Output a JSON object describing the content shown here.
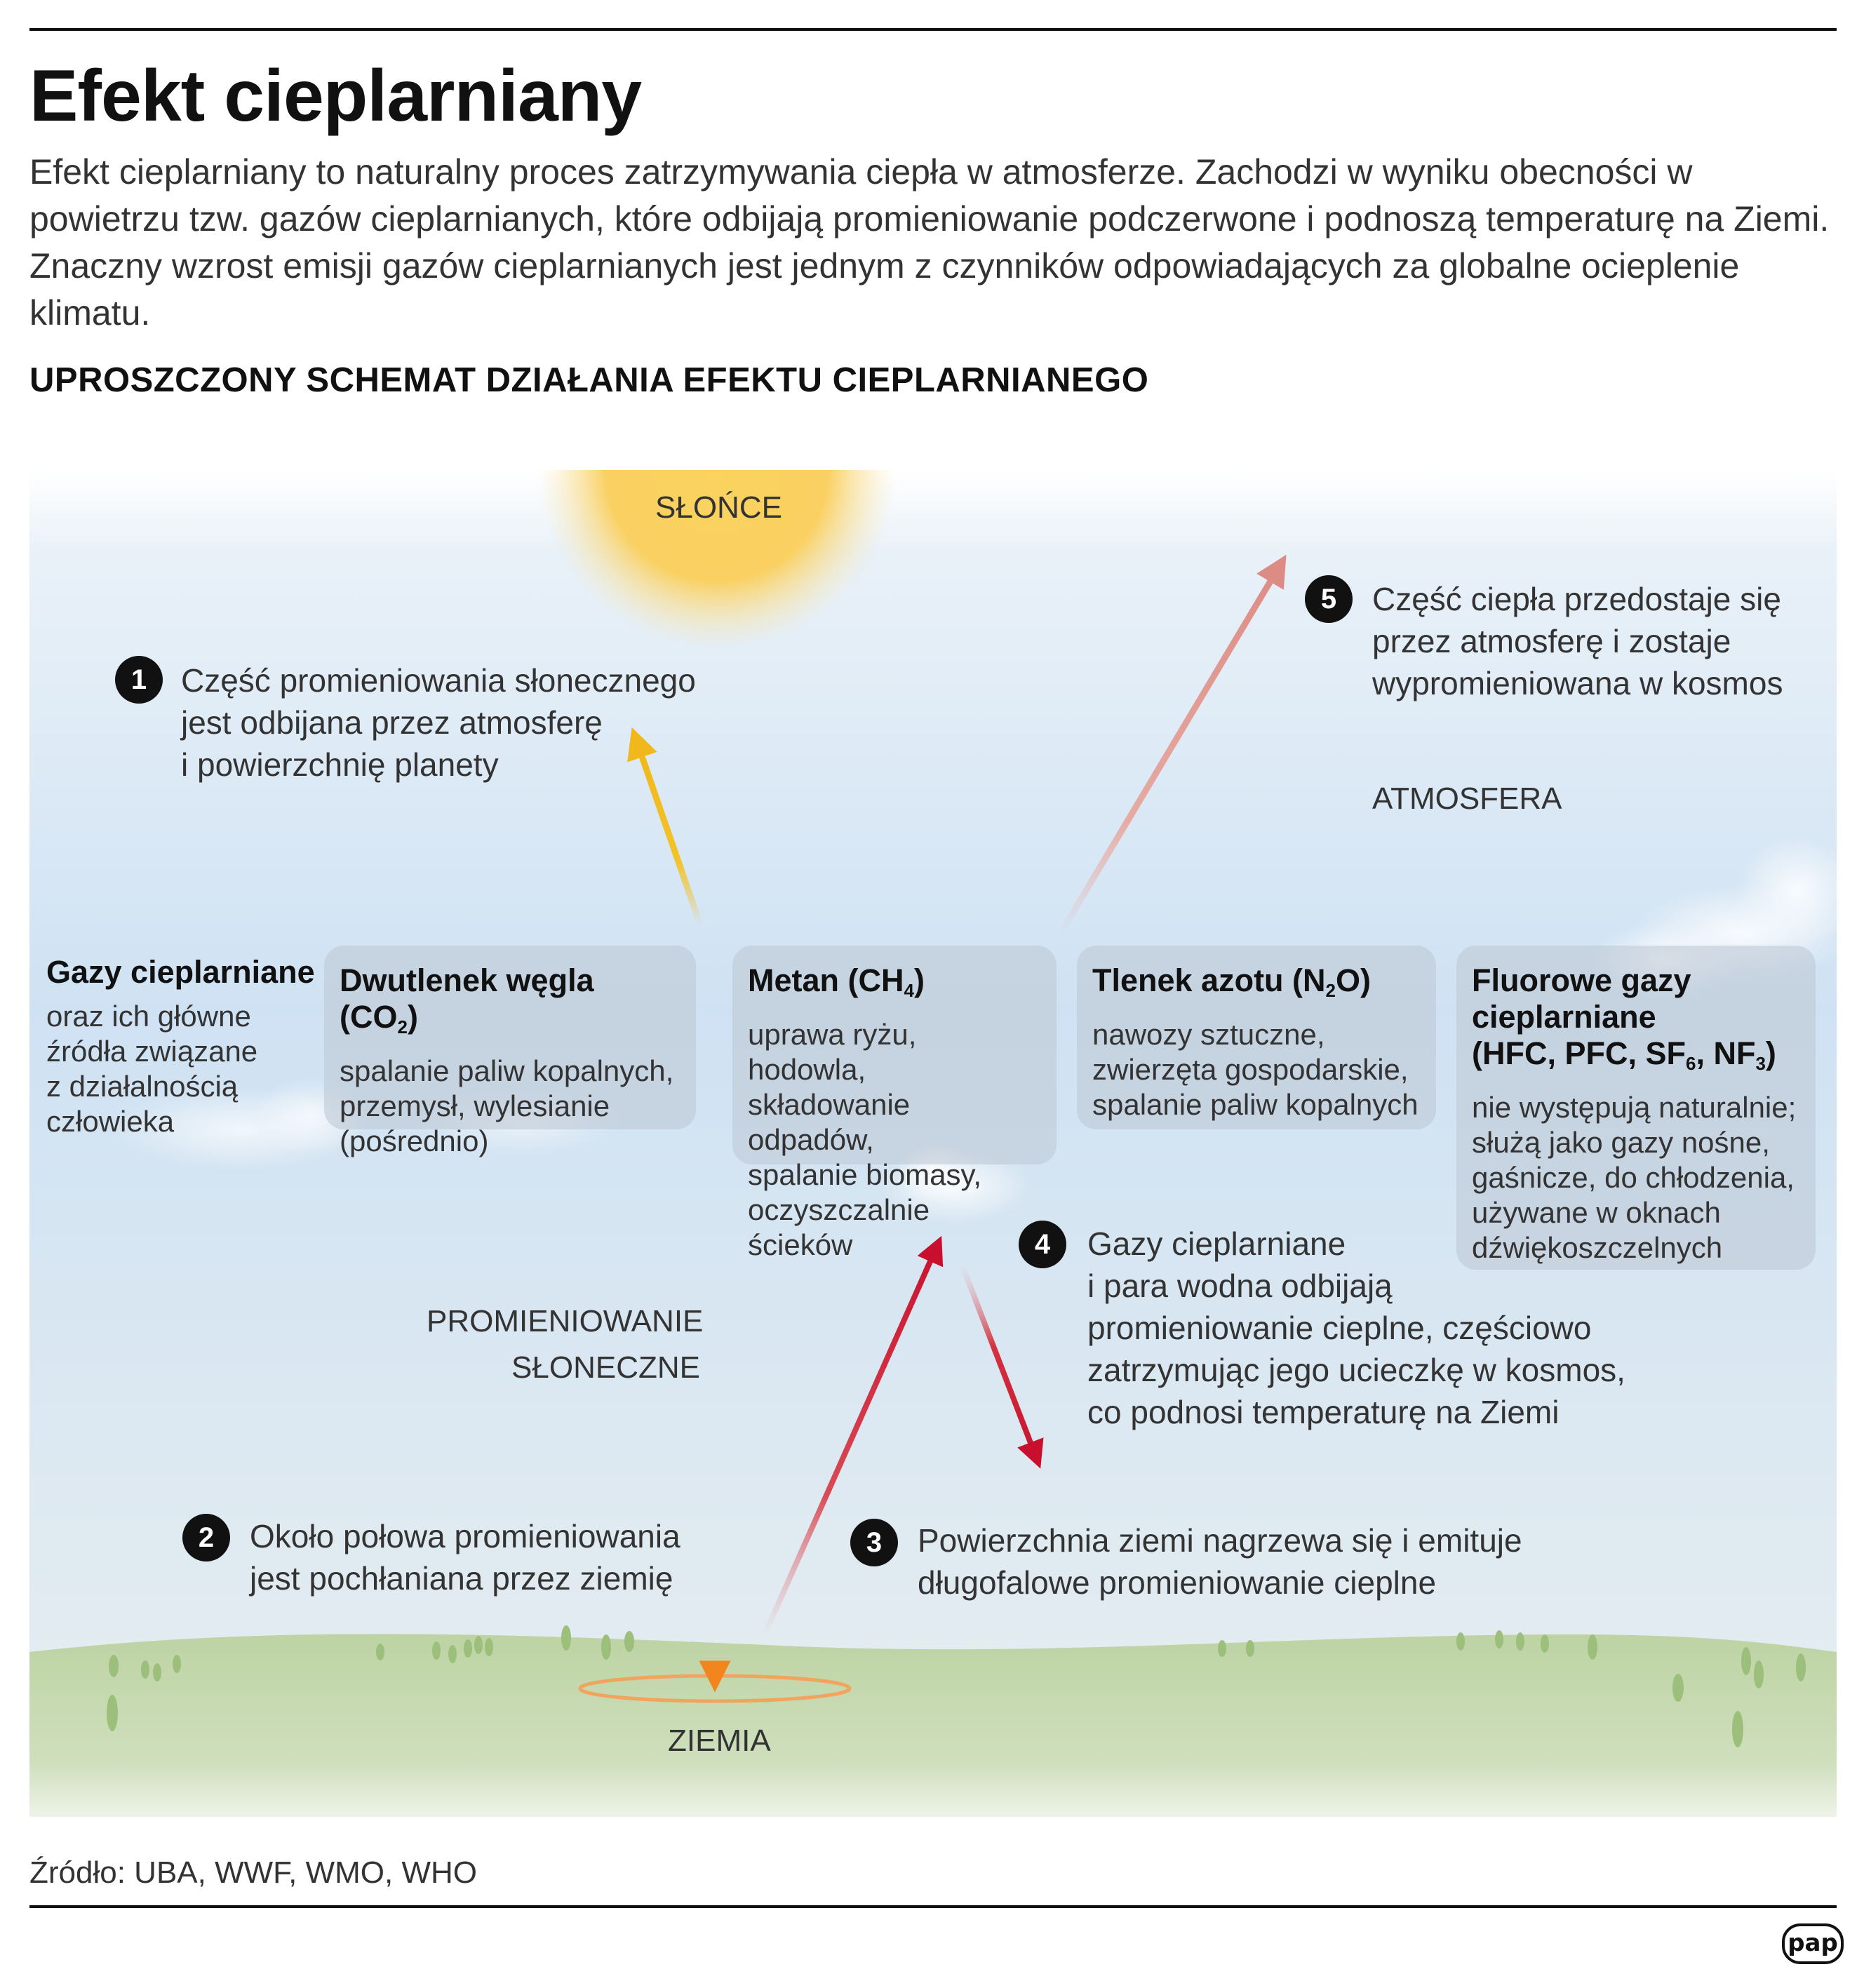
{
  "header": {
    "title": "Efekt cieplarniany",
    "intro": "Efekt cieplarniany to naturalny proces zatrzymywania ciepła w atmosferze. Zachodzi w wyniku obecności w powietrzu tzw. gazów cieplarnianych, które odbijają promieniowanie podczerwone i podnoszą temperaturę na Ziemi. Znaczny wzrost emisji gazów cieplarnianych jest jednym z czynników odpowiadających za globalne ocieplenie klimatu.",
    "subtitle": "UPROSZCZONY SCHEMAT DZIAŁANIA EFEKTU CIEPLARNIANEGO"
  },
  "diagram": {
    "sun_label": "SŁOŃCE",
    "atmosphere_label": "ATMOSFERA",
    "radiation_label_1": "PROMIENIOWANIE",
    "radiation_label_2": "SŁONECZNE",
    "earth_label": "ZIEMIA",
    "steps": [
      {
        "number": "1",
        "line1": "Część promieniowania słonecznego",
        "line2": "jest odbijana przez atmosferę",
        "line3": "i powierzchnię planety"
      },
      {
        "number": "2",
        "line1": "Około połowa promieniowania",
        "line2": "jest pochłaniana przez ziemię"
      },
      {
        "number": "3",
        "line1": "Powierzchnia ziemi nagrzewa się i emituje",
        "line2": "długofalowe promieniowanie cieplne"
      },
      {
        "number": "4",
        "line1": "Gazy cieplarniane",
        "line2": "i para wodna odbijają",
        "line3": "promieniowanie cieplne, częściowo",
        "line4": "zatrzymując jego ucieczkę w kosmos,",
        "line5": "co podnosi temperaturę na Ziemi"
      },
      {
        "number": "5",
        "line1": "Część ciepła przedostaje się",
        "line2": "przez atmosferę i zostaje",
        "line3": "wypromieniowana w kosmos"
      }
    ],
    "gases_intro": {
      "heading": "Gazy cieplarniane",
      "line1": "oraz ich główne",
      "line2": "źródła związane",
      "line3": "z działalnością",
      "line4": "człowieka"
    },
    "gases": [
      {
        "name_a": "Dwutlenek węgla (CO",
        "sub": "2",
        "name_b": ")",
        "desc": [
          "spalanie paliw kopalnych,",
          "przemysł, wylesianie",
          "(pośrednio)"
        ]
      },
      {
        "name_a": "Metan (CH",
        "sub": "4",
        "name_b": ")",
        "desc": [
          "uprawa ryżu, hodowla,",
          "składowanie odpadów,",
          "spalanie biomasy,",
          "oczyszczalnie ścieków"
        ]
      },
      {
        "name_a": "Tlenek azotu (N",
        "sub": "2",
        "name_b": "O)",
        "desc": [
          "nawozy sztuczne,",
          "zwierzęta gospodarskie,",
          "spalanie paliw kopalnych"
        ]
      },
      {
        "line1": "Fluorowe gazy",
        "line2": "cieplarniane",
        "line3_a": "(HFC, PFC, SF",
        "sub1": "6",
        "line3_b": ", NF",
        "sub2": "3",
        "line3_c": ")",
        "desc": [
          "nie występują naturalnie;",
          "służą jako gazy nośne,",
          "gaśnicze, do chłodzenia,",
          "używane w oknach",
          "dźwiękoszczelnych"
        ]
      }
    ]
  },
  "footer": {
    "source": "Źródło: UBA, WWF, WMO, WHO",
    "logo": "pap"
  },
  "colors": {
    "sky_top": "#e6eef6",
    "sky_mid": "#c9dff2",
    "ground": "#c4d8ac",
    "sun": "#f7c94a",
    "solar_arrow": "#f2b81b",
    "heat_arrow": "#c8102e",
    "escape_arrow": "#e0928b"
  }
}
